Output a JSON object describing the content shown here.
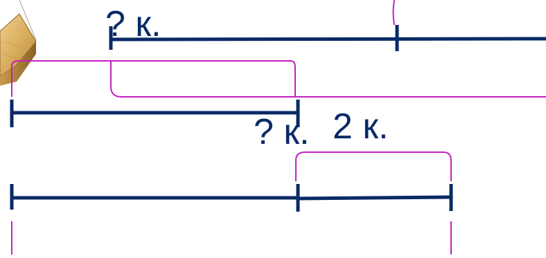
{
  "labels": {
    "top_unknown": "? к.",
    "middle_unknown": "? к.",
    "middle_known": "2 к."
  },
  "colors": {
    "segment": "#0a2a66",
    "bracket": "#c21fc2",
    "label": "#0a2a66",
    "wood_light": "#e6c37e",
    "wood_dark": "#b8893c",
    "wood_edge": "#8a6326"
  }
}
